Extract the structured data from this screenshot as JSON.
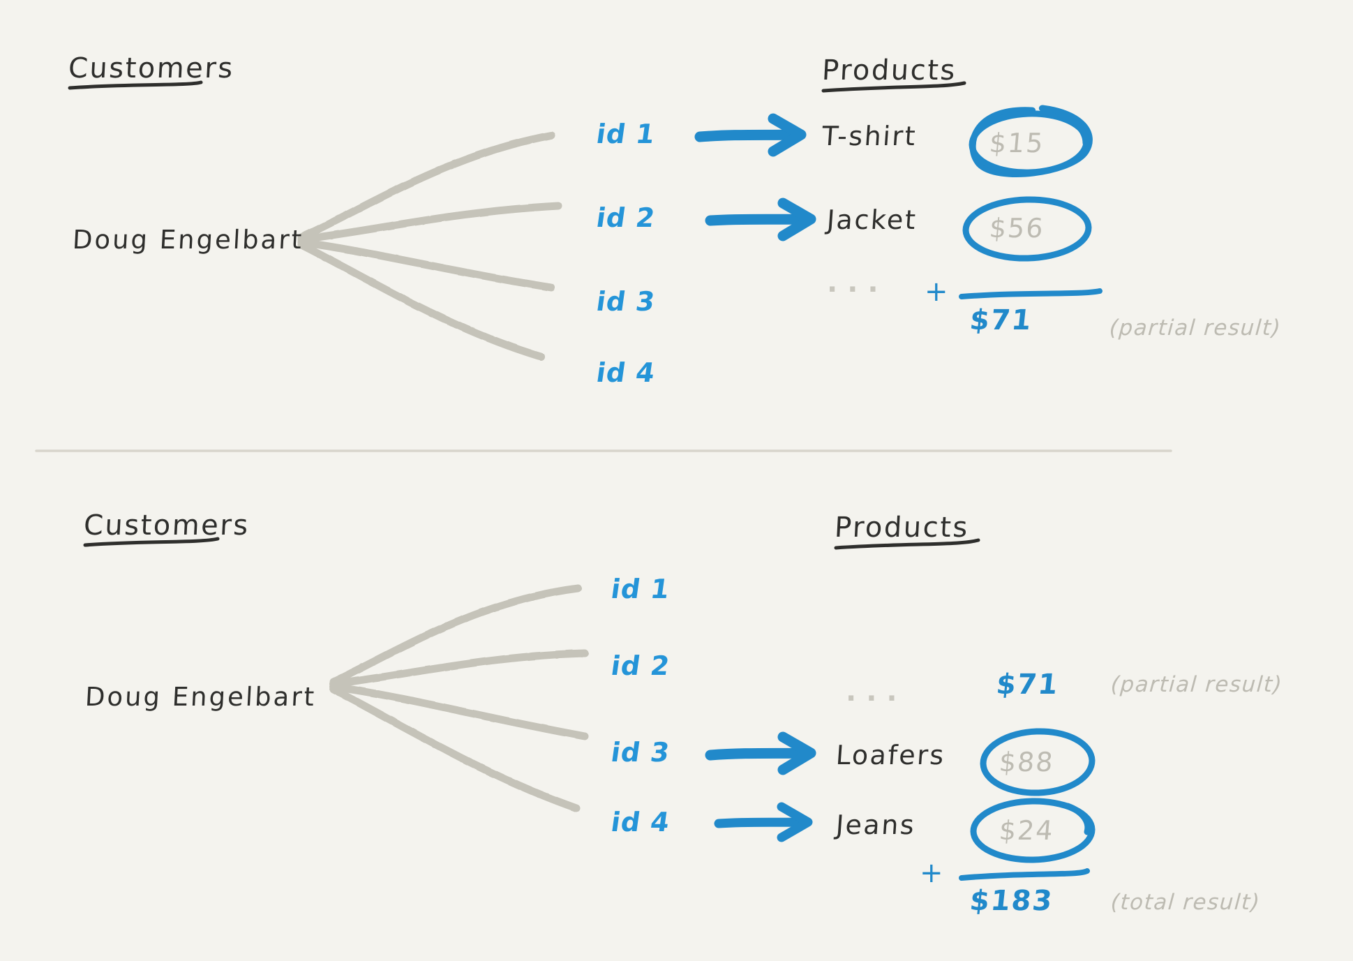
{
  "canvas": {
    "background": "#f4f3ee",
    "ink_black": "#2e2e2c",
    "ink_blue": "#2189ca",
    "ink_gray": "#c5c3b9",
    "price_gray": "#bdbbb2"
  },
  "panels": [
    {
      "id": "panel-top",
      "customers_heading": "Customers",
      "products_heading": "Products",
      "customer_name": "Doug Engelbart",
      "ids": [
        "id 1",
        "id 2",
        "id 3",
        "id 4"
      ],
      "rows": [
        {
          "id": "id 1",
          "product": "T-shirt",
          "price": "$15",
          "has_arrow": true,
          "circled": true
        },
        {
          "id": "id 2",
          "product": "Jacket",
          "price": "$56",
          "has_arrow": true,
          "circled": true
        },
        {
          "id": "id 3",
          "product": "",
          "price": "",
          "has_arrow": false,
          "circled": false
        },
        {
          "id": "id 4",
          "product": "",
          "price": "",
          "has_arrow": false,
          "circled": false
        }
      ],
      "ellipsis": "...",
      "plus_sign": "+",
      "sum_value": "$71",
      "sum_note": "(partial result)"
    },
    {
      "id": "panel-bottom",
      "customers_heading": "Customers",
      "products_heading": "Products",
      "customer_name": "Doug Engelbart",
      "ids": [
        "id 1",
        "id 2",
        "id 3",
        "id 4"
      ],
      "rows": [
        {
          "id": "id 1",
          "product": "",
          "price": "",
          "has_arrow": false,
          "circled": false
        },
        {
          "id": "id 2",
          "product": "",
          "price": "",
          "has_arrow": false,
          "circled": false
        },
        {
          "id": "id 3",
          "product": "Loafers",
          "price": "$88",
          "has_arrow": true,
          "circled": true
        },
        {
          "id": "id 4",
          "product": "Jeans",
          "price": "$24",
          "has_arrow": true,
          "circled": true
        }
      ],
      "ellipsis": "...",
      "carried_value": "$71",
      "carried_note": "(partial result)",
      "plus_sign": "+",
      "sum_value": "$183",
      "sum_note": "(total result)"
    }
  ],
  "chart_data": {
    "type": "diagram",
    "title": "Customers to Products fan-out with running price sum",
    "customer": "Doug Engelbart",
    "order_lines": [
      {
        "id": "id 1",
        "product": "T-shirt",
        "price": 15
      },
      {
        "id": "id 2",
        "product": "Jacket",
        "price": 56
      },
      {
        "id": "id 3",
        "product": "Loafers",
        "price": 88
      },
      {
        "id": "id 4",
        "product": "Jeans",
        "price": 24
      }
    ],
    "partial_result": 71,
    "total_result": 183,
    "currency": "$"
  }
}
